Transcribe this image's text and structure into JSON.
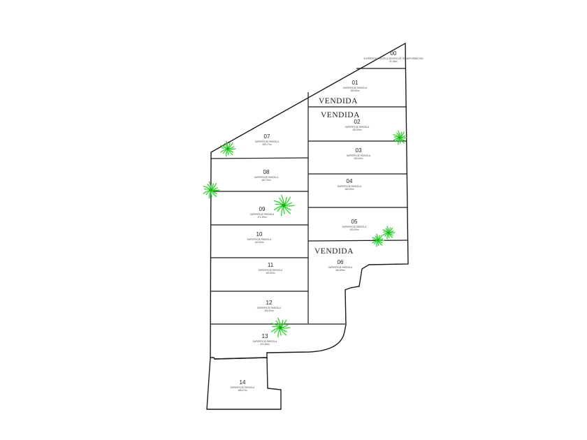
{
  "colors": {
    "line": "#1a1a1a",
    "tree": "#2fd12f",
    "background": "#ffffff"
  },
  "sold_label": "VENDIDA",
  "parcels": [
    {
      "id": "00",
      "area_label": "SUPERFICIE PARCELA CENTRO DE TRANSFORMACIÓN",
      "area_value": "21,15m²",
      "sold": false
    },
    {
      "id": "01",
      "area_label": "SUPERFICIE PARCELA",
      "area_value": "150,00m²",
      "sold": true
    },
    {
      "id": "02",
      "area_label": "SUPERFICIE PARCELA",
      "area_value": "150,00m²",
      "sold": true
    },
    {
      "id": "03",
      "area_label": "SUPERFICIE PARCELA",
      "area_value": "150,00m²",
      "sold": false
    },
    {
      "id": "04",
      "area_label": "SUPERFICIE PARCELA",
      "area_value": "150,00m²",
      "sold": false
    },
    {
      "id": "05",
      "area_label": "SUPERFICIE PARCELA",
      "area_value": "150,00m²",
      "sold": false
    },
    {
      "id": "06",
      "area_label": "SUPERFICIE PARCELA",
      "area_value": "264,59m²",
      "sold": true
    },
    {
      "id": "07",
      "area_label": "SUPERFICIE PARCELA",
      "area_value": "289,17m²",
      "sold": false
    },
    {
      "id": "08",
      "area_label": "SUPERFICIE PARCELA",
      "area_value": "160,73m²",
      "sold": false
    },
    {
      "id": "09",
      "area_label": "SUPERFICIE PARCELA",
      "area_value": "171,29m²",
      "sold": false
    },
    {
      "id": "10",
      "area_label": "SUPERFICIE PARCELA",
      "area_value": "160,92m²",
      "sold": false
    },
    {
      "id": "11",
      "area_label": "SUPERFICIE PARCELA",
      "area_value": "160,92m²",
      "sold": false
    },
    {
      "id": "12",
      "area_label": "SUPERFICIE PARCELA",
      "area_value": "160,92m²",
      "sold": false
    },
    {
      "id": "13",
      "area_label": "SUPERFICIE PARCELA",
      "area_value": "221,96m²",
      "sold": false
    },
    {
      "id": "14",
      "area_label": "SUPERFICIE PARCELA",
      "area_value": "188,47m²",
      "sold": false
    }
  ],
  "trees": [
    "tree-icon",
    "tree-icon",
    "tree-icon",
    "tree-icon",
    "tree-icon",
    "tree-icon",
    "tree-icon"
  ]
}
